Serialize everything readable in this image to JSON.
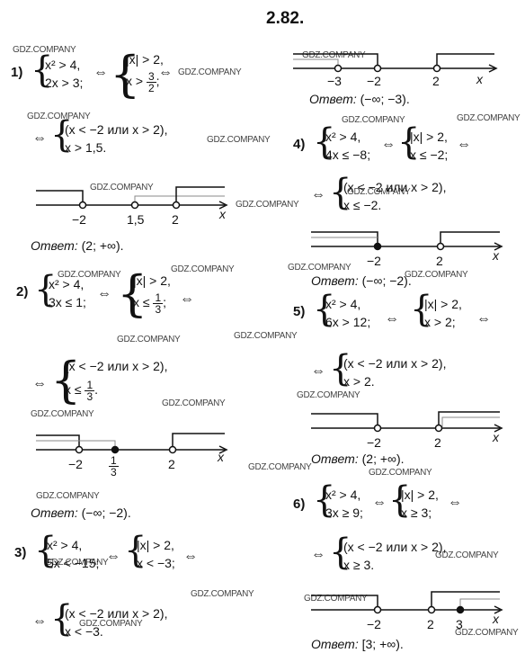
{
  "title": "2.82.",
  "watermark": "GDZ.COMPANY",
  "problems": {
    "p1": {
      "num": "1)",
      "sys1": [
        "x² > 4,",
        "2x > 3;"
      ],
      "sys2a": "|x| > 2,",
      "sys2b_prefix": "x >",
      "sys2b_n": "3",
      "sys2b_d": "2",
      "sys2b_suffix": ";",
      "sys3": [
        "(x < −2 или x > 2),",
        "x > 1,5."
      ],
      "ticks": [
        "−2",
        "1,5",
        "2"
      ],
      "axis": "x",
      "answer_label": "Ответ:",
      "answer": "(2; +∞)."
    },
    "p2": {
      "num": "2)",
      "sys1": [
        "x² > 4,",
        "3x ≤ 1;"
      ],
      "sys2a": "|x| > 2,",
      "sys2b_prefix": "x ≤",
      "sys2b_n": "1",
      "sys2b_d": "3",
      "sys2b_suffix": ";",
      "sys3a": "(x < −2 или x > 2),",
      "sys3b_prefix": "x ≤",
      "sys3b_n": "1",
      "sys3b_d": "3",
      "sys3b_suffix": ".",
      "ticks": [
        "−2",
        "2"
      ],
      "tick_frac_n": "1",
      "tick_frac_d": "3",
      "axis": "x",
      "answer_label": "Ответ:",
      "answer": "(−∞; −2)."
    },
    "p3": {
      "num": "3)",
      "sys1": [
        "x² > 4,",
        "5x < −15;"
      ],
      "sys2": [
        "|x| > 2,",
        "x < −3;"
      ],
      "sys3": [
        "(x < −2 или x > 2),",
        "x < −3."
      ],
      "ticks": [
        "−3",
        "−2",
        "2"
      ],
      "axis": "x",
      "answer_label": "Ответ:",
      "answer": "(−∞; −3)."
    },
    "p4": {
      "num": "4)",
      "sys1": [
        "x² > 4,",
        "4x ≤ −8;"
      ],
      "sys2": [
        "|x| > 2,",
        "x ≤ −2;"
      ],
      "sys3": [
        "(x < −2 или x > 2),",
        "x ≤ −2."
      ],
      "ticks": [
        "−2",
        "2"
      ],
      "axis": "x",
      "answer_label": "Ответ:",
      "answer": "(−∞; −2)."
    },
    "p5": {
      "num": "5)",
      "sys1": [
        "x² > 4,",
        "6x > 12;"
      ],
      "sys2": [
        "|x| > 2,",
        "x > 2;"
      ],
      "sys3": [
        "(x < −2 или x > 2),",
        "x > 2."
      ],
      "ticks": [
        "−2",
        "2"
      ],
      "axis": "x",
      "answer_label": "Ответ:",
      "answer": "(2; +∞)."
    },
    "p6": {
      "num": "6)",
      "sys1": [
        "x² > 4,",
        "3x ≥ 9;"
      ],
      "sys2": [
        "|x| > 2,",
        "x ≥ 3;"
      ],
      "sys3": [
        "(x < −2 или x > 2),",
        "x ≥ 3."
      ],
      "ticks": [
        "−2",
        "2",
        "3"
      ],
      "axis": "x",
      "answer_label": "Ответ:",
      "answer": "[3; +∞)."
    }
  },
  "equiv": "⇔"
}
